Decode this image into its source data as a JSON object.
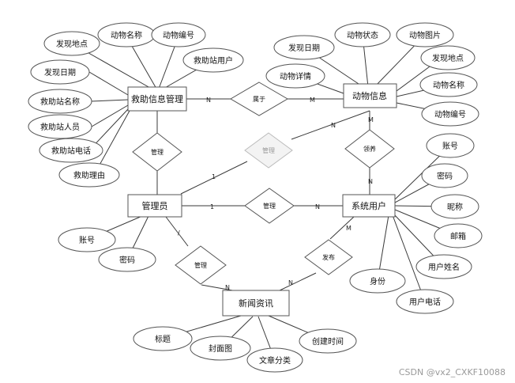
{
  "entities": {
    "rescue": "救助信息管理",
    "animal": "动物信息",
    "admin": "管理员",
    "user": "系统用户",
    "news": "新闻资讯"
  },
  "relationships": {
    "belongs": "属于",
    "manage_rescue": "管理",
    "manage_animal": "管理",
    "manage_user": "管理",
    "manage_news": "管理",
    "adopt": "领养",
    "publish": "发布"
  },
  "cardinalities": {
    "c1": "N",
    "c2": "M",
    "c3": "N",
    "c4": "M",
    "c5": "N",
    "c6": "1",
    "c7": "1",
    "c8": "N",
    "c9": "/",
    "c10": "N",
    "c11": "N",
    "c12": "M"
  },
  "attributes": {
    "rescue": [
      "发现地点",
      "动物名称",
      "动物编号",
      "救助站用户",
      "发现日期",
      "救助站名称",
      "救助站人员",
      "救助站电话",
      "救助理由"
    ],
    "animal": [
      "发现日期",
      "动物状态",
      "动物图片",
      "发现地点",
      "动物详情",
      "动物名称",
      "动物编号"
    ],
    "user": [
      "账号",
      "密码",
      "昵称",
      "邮箱",
      "用户姓名",
      "身份",
      "用户电话"
    ],
    "admin": [
      "账号",
      "密码"
    ],
    "news": [
      "标题",
      "封面图",
      "文章分类",
      "创建时间"
    ]
  },
  "watermark": "CSDN @vx2_CXKF10088"
}
